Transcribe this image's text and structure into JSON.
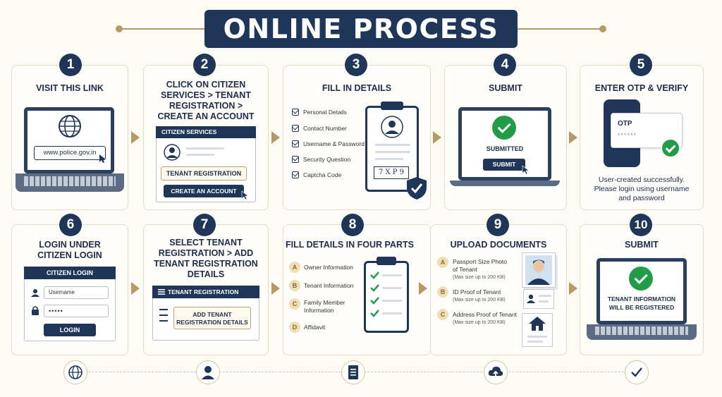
{
  "title": "ONLINE PROCESS",
  "steps": [
    {
      "num": "1",
      "heading": "VISIT THIS LINK",
      "url": "www.police.gov.in"
    },
    {
      "num": "2",
      "heading": "CLICK ON CITIZEN SERVICES > TENANT REGISTRATION > CREATE AN ACCOUNT",
      "panel_title": "CITIZEN SERVICES",
      "btn1": "TENANT REGISTRATION",
      "btn2": "CREATE AN ACCOUNT"
    },
    {
      "num": "3",
      "heading": "FILL IN DETAILS",
      "items": [
        "Personal Details",
        "Contact Number",
        "Username & Password",
        "Security Question",
        "Captcha Code"
      ],
      "captcha": "7 X P 9"
    },
    {
      "num": "4",
      "heading": "SUBMIT",
      "status": "SUBMITTED",
      "button": "SUBMIT"
    },
    {
      "num": "5",
      "heading": "ENTER OTP & VERIFY",
      "otp_label": "OTP",
      "otp_mask": "******",
      "message": "User-created successfully. Please login using username and password"
    },
    {
      "num": "6",
      "heading": "LOGIN UNDER CITIZEN LOGIN",
      "panel_title": "CITIZEN LOGIN",
      "username_placeholder": "Username",
      "password_mask": "•••••",
      "button": "LOGIN"
    },
    {
      "num": "7",
      "heading": "SELECT TENANT REGISTRATION > ADD TENANT REGISTRATION DETAILS",
      "panel_title": "TENANT REGISTRATION",
      "button": "ADD TENANT REGISTRATION DETAILS"
    },
    {
      "num": "8",
      "heading": "FILL DETAILS IN FOUR PARTS",
      "parts": [
        {
          "letter": "A",
          "label": "Owner Information"
        },
        {
          "letter": "B",
          "label": "Tenant Information"
        },
        {
          "letter": "C",
          "label": "Family Member Information"
        },
        {
          "letter": "D",
          "label": "Affidavit"
        }
      ]
    },
    {
      "num": "9",
      "heading": "UPLOAD DOCUMENTS",
      "docs": [
        {
          "letter": "A",
          "label": "Passport Size Photo of Tenant",
          "note": "(Max size up to 200 KB)"
        },
        {
          "letter": "B",
          "label": "ID Proof of Tenant",
          "note": "(Max size up to 200 KB)"
        },
        {
          "letter": "C",
          "label": "Address Proof of Tenant",
          "note": "(Max size up to 200 KB)"
        }
      ]
    },
    {
      "num": "10",
      "heading": "SUBMIT",
      "message": "TENANT INFORMATION WILL BE REGISTERED"
    }
  ],
  "bottom_icons": [
    "globe-icon",
    "user-icon",
    "document-icon",
    "cloud-upload-icon",
    "checkmark-icon"
  ],
  "colors": {
    "navy": "#1f3658",
    "gold": "#b79a63",
    "green": "#239c4a",
    "card_border": "#e8dcc4"
  }
}
